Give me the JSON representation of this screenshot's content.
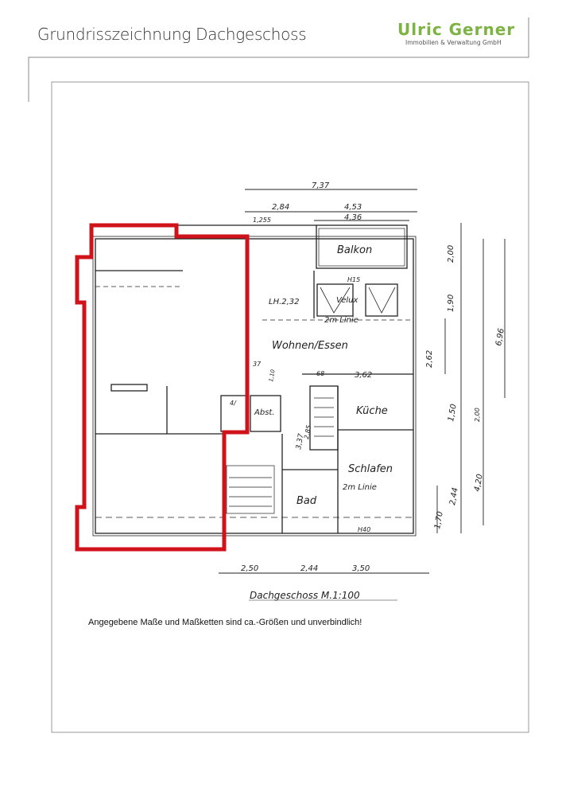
{
  "header": {
    "title": "Grundrisszeichnung Dachgeschoss",
    "logo_name": "Ulric Gerner",
    "logo_subtitle": "Immobilien & Verwaltung GmbH",
    "logo_color": "#7cb342"
  },
  "plan": {
    "highlight_color": "#d0121b",
    "rooms": {
      "balkon": "Balkon",
      "wohnen": "Wohnen/Essen",
      "kueche": "Küche",
      "schlafen": "Schlafen",
      "bad": "Bad",
      "abst": "Abst."
    },
    "annotations": {
      "lh": "LH.2,32",
      "velux": "Velux",
      "h15": "H15",
      "h40": "H40",
      "linie1": "2m Linie",
      "linie2": "2m Linie"
    },
    "dimensions": {
      "top_total": "7,37",
      "top_left": "2,84",
      "top_right": "4,53",
      "top_inner": "4,36",
      "top_small": "1,255",
      "d68": "68",
      "d362": "3,62",
      "d337": "3,37",
      "d285": "2,85",
      "d37": "37",
      "d4x": "4/",
      "d110": "1,10",
      "r200": "2,00",
      "r190": "1,90",
      "r262": "2,62",
      "r696": "6,96",
      "r150": "1,50",
      "r200b": "2,00",
      "r244": "2,44",
      "r420": "4,20",
      "r170": "1,70",
      "bottom_250": "2,50",
      "bottom_244": "2,44",
      "bottom_350": "3,50"
    },
    "caption": "Dachgeschoss M.1:100",
    "disclaimer": "Angegebene Maße und Maßketten sind ca.-Größen und unverbindlich!"
  }
}
